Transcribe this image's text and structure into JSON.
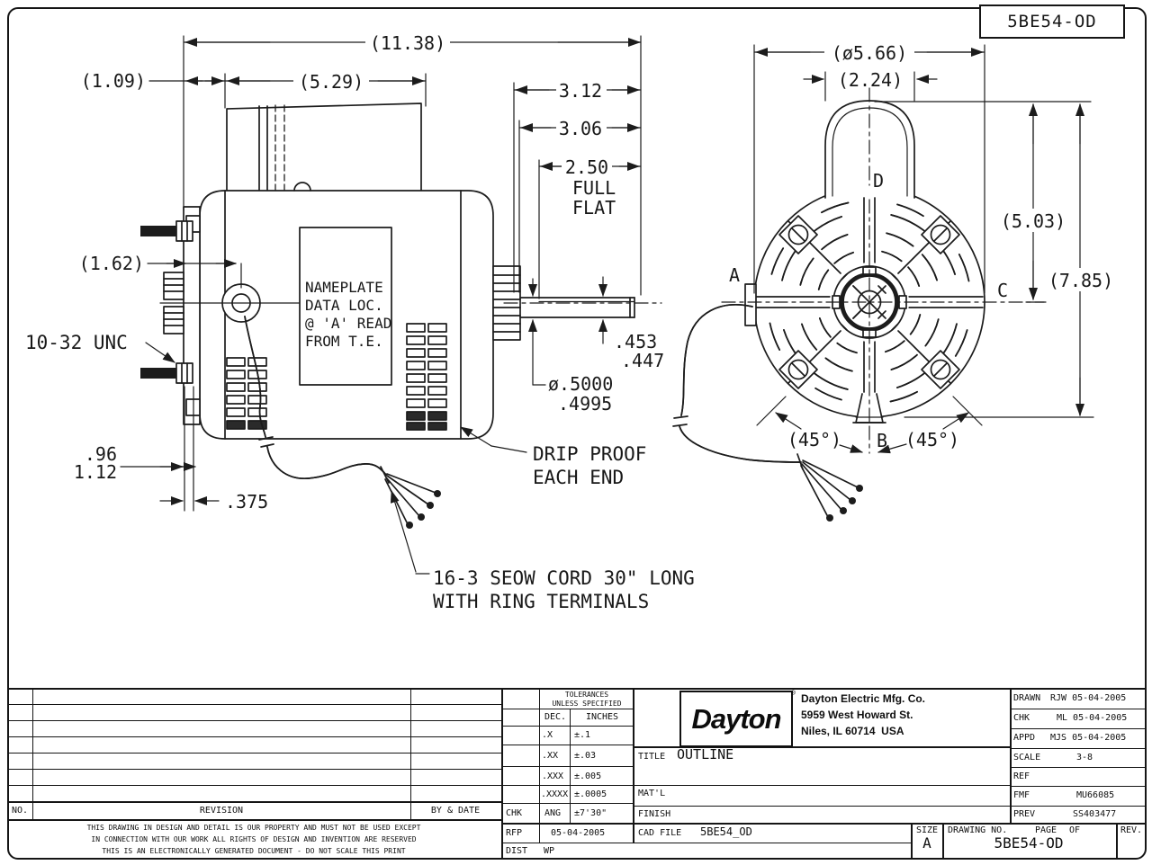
{
  "sheet": {
    "corner_number": "5BE54-OD"
  },
  "side_view": {
    "nameplate_1": "NAMEPLATE",
    "nameplate_2": "DATA LOC.",
    "nameplate_3": "@ 'A' READ",
    "nameplate_4": "FROM T.E.",
    "dim_overall": "(11.38)",
    "dim_109": "(1.09)",
    "dim_529": "(5.29)",
    "dim_312": "3.12",
    "dim_306": "3.06",
    "dim_250": "2.50",
    "full_flat_1": "FULL",
    "full_flat_2": "FLAT",
    "dim_162": "(1.62)",
    "thread_note": "10-32 UNC",
    "dim_96": ".96",
    "dim_112": "1.12",
    "dim_375": ".375",
    "flat_453": ".453",
    "flat_447": ".447",
    "shaft_dia_1": "ø.5000",
    "shaft_dia_2": ".4995",
    "drip_1": "DRIP PROOF",
    "drip_2": "EACH END",
    "cord_1": "16-3 SEOW CORD 30\" LONG",
    "cord_2": "WITH RING TERMINALS"
  },
  "front_view": {
    "dim_dia": "(ø5.66)",
    "dim_224": "(2.24)",
    "dim_503": "(5.03)",
    "dim_785": "(7.85)",
    "angle_left": "(45°)",
    "angle_right": "(45°)",
    "label_a": "A",
    "label_b": "B",
    "label_c": "C",
    "label_d": "D"
  },
  "title_block": {
    "tol": {
      "h1": "TOLERANCES",
      "h2": "UNLESS SPECIFIED",
      "dec": "DEC.",
      "inches": "INCHES",
      "r1l": ".X",
      "r1v": "±.1",
      "r2l": ".XX",
      "r2v": "±.03",
      "r3l": ".XXX",
      "r3v": "±.005",
      "r4l": ".XXXX",
      "r4v": "±.0005",
      "chk": "CHK",
      "ang": "ANG",
      "angv": "±7'30\"",
      "rfp": "RFP",
      "rfpv": "05-04-2005",
      "dist": "DIST",
      "distv": "WP"
    },
    "title_label": "TITLE",
    "title": "OUTLINE",
    "matl": "MAT'L",
    "finish": "FINISH",
    "cad_label": "CAD FILE",
    "cad": "5BE54_OD",
    "logo": "Dayton",
    "reg": "®",
    "addr1": "Dayton Electric Mfg. Co.",
    "addr2": "5959 West Howard St.",
    "addr3": "Niles, IL 60714  USA",
    "drawn_l": "DRAWN",
    "drawn_v": "RJW 05-04-2005",
    "chk_l": "CHK",
    "chk_v": "ML 05-04-2005",
    "appd_l": "APPD",
    "appd_v": "MJS 05-04-2005",
    "scale_l": "SCALE",
    "scale_v": "3-8",
    "ref_l": "REF",
    "fmf_l": "FMF",
    "fmf_v": "MU66085",
    "prev_l": "PREV",
    "prev_v": "SS403477",
    "size_l": "SIZE",
    "size_v": "A",
    "dwg_l": "DRAWING NO.",
    "page_l": "PAGE",
    "of_l": "OF",
    "rev_l": "REV.",
    "dwg_no": "5BE54-OD",
    "no_h": "NO.",
    "revision_h": "REVISION",
    "bydate_h": "BY & DATE",
    "disc1": "THIS DRAWING IN DESIGN AND DETAIL IS OUR PROPERTY AND MUST NOT BE USED EXCEPT",
    "disc2": "IN CONNECTION WITH OUR WORK ALL RIGHTS OF DESIGN AND INVENTION ARE RESERVED",
    "disc3": "THIS IS AN ELECTRONICALLY GENERATED DOCUMENT - DO NOT SCALE THIS PRINT"
  }
}
